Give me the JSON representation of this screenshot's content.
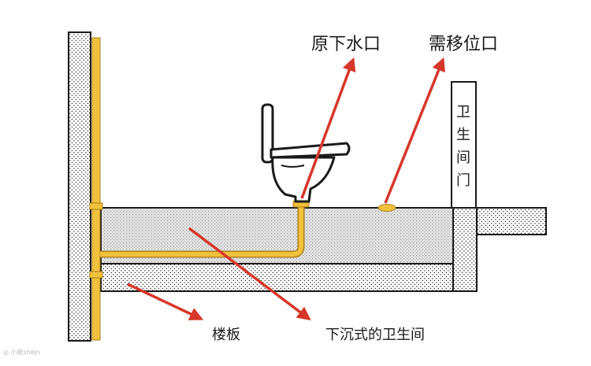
{
  "labels": {
    "original_drain": "原下水口",
    "new_drain": "需移位口",
    "floor_slab": "楼板",
    "sunken_bathroom": "下沉式的卫生间",
    "bathroom_door": [
      "卫",
      "生",
      "间",
      "门"
    ]
  },
  "watermark": "◎ 小能shejn",
  "colors": {
    "pipe": "#f2c13c",
    "arrow": "#d7372a",
    "hatch_fill": "#e3e3e3",
    "line": "#1a1a1a"
  }
}
